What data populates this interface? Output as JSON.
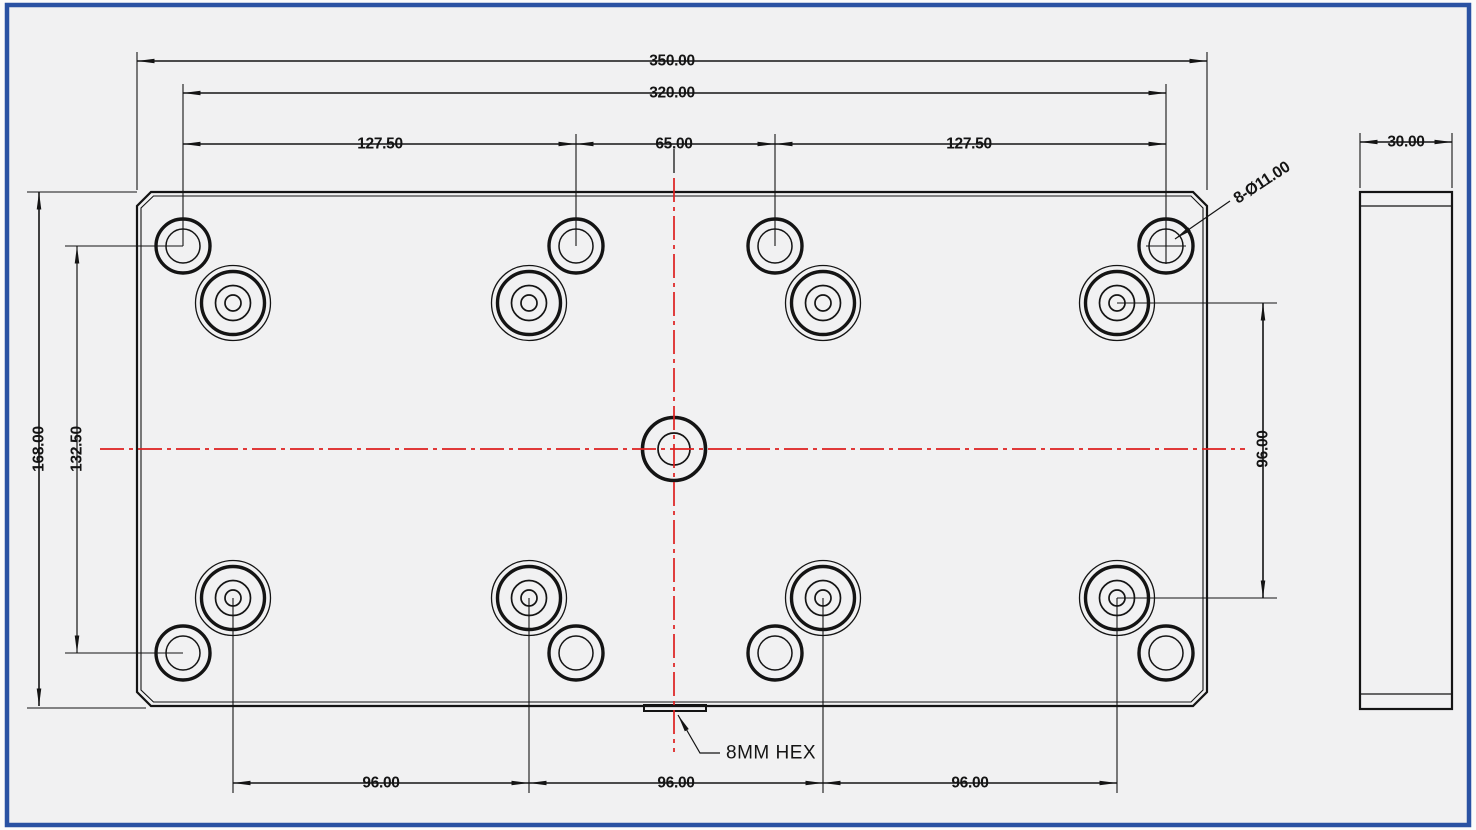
{
  "drawing": {
    "colors": {
      "background": "#f1f1f2",
      "frame": "#2a52a3",
      "line": "#141414",
      "centerline": "#dd1f1f"
    },
    "dims": {
      "overall_width": "350.00",
      "bolt_span_width": "320.00",
      "offset_left": "127.50",
      "center_span": "65.00",
      "offset_right": "127.50",
      "thickness": "30.00",
      "overall_height": "168.00",
      "bolt_span_height": "132.50",
      "cbore_span_v": "96.00",
      "cbore_pitch_a": "96.00",
      "cbore_pitch_b": "96.00",
      "cbore_pitch_c": "96.00"
    },
    "callouts": {
      "holes": "8-Ø11.00",
      "hex": "8MM HEX"
    }
  }
}
